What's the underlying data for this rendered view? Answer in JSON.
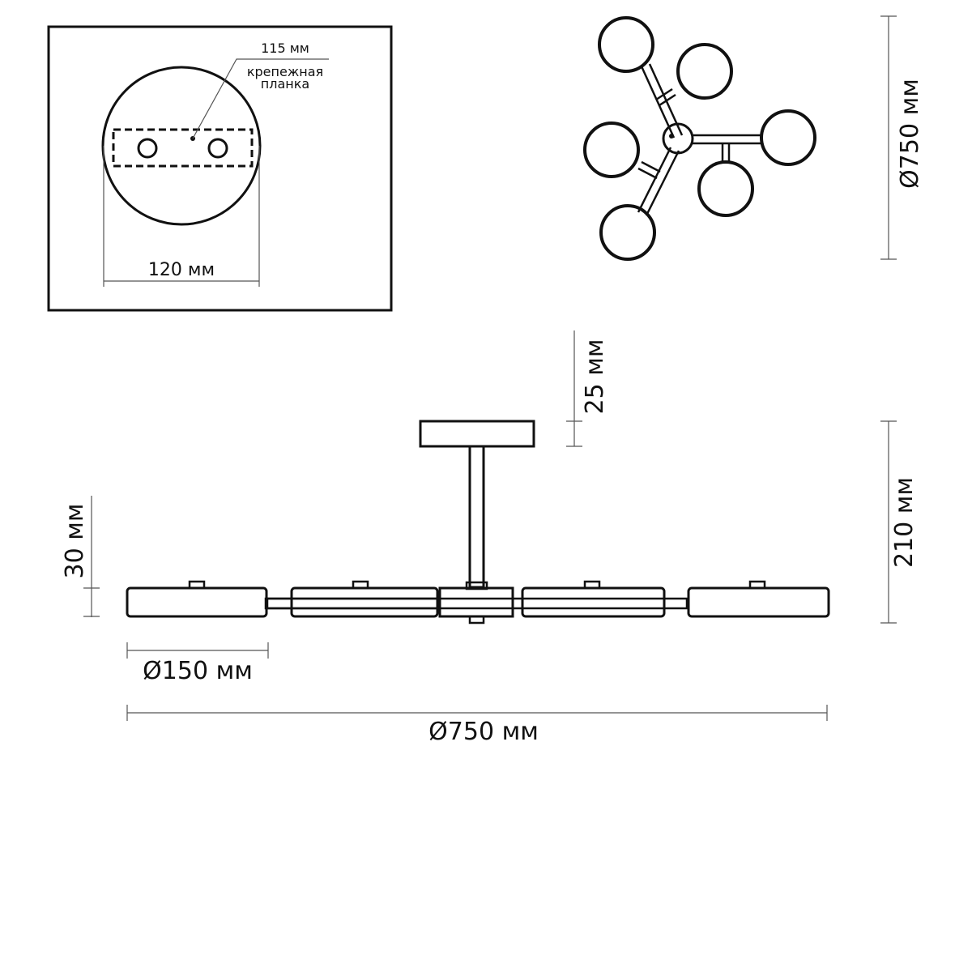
{
  "mount_detail": {
    "bracket_width_label": "115 мм",
    "bracket_name_line1": "крепежная",
    "bracket_name_line2": "планка",
    "canopy_diameter_label": "120 мм"
  },
  "top_view": {
    "diameter_label": "Ø750 мм",
    "shade_count": 6
  },
  "side_view": {
    "canopy_height_label": "25 мм",
    "overall_height_label": "210 мм",
    "shade_height_label": "30 мм",
    "shade_diameter_label": "Ø150 мм",
    "overall_diameter_label": "Ø750 мм",
    "shade_count_visible": 4
  }
}
